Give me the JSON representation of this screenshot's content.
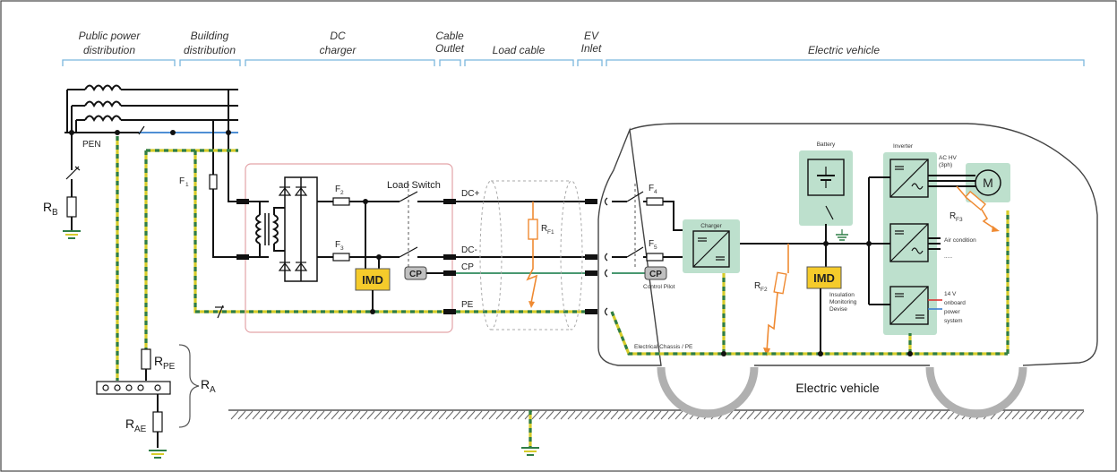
{
  "sections": {
    "public_power_1": "Public power",
    "public_power_2": "distribution",
    "building_1": "Building",
    "building_2": "distribution",
    "dc_1": "DC",
    "dc_2": "charger",
    "cable_1": "Cable",
    "cable_2": "Outlet",
    "load_cable": "Load cable",
    "ev_1": "EV",
    "ev_2": "Inlet",
    "electric_vehicle": "Electric vehicle"
  },
  "grid": {
    "pen": "PEN",
    "rb": "R",
    "rb_sub": "B",
    "f1": "F",
    "f1_sub": "1"
  },
  "earthing": {
    "rpe": "R",
    "rpe_sub": "PE",
    "ra": "R",
    "ra_sub": "A",
    "rae": "R",
    "rae_sub": "AE"
  },
  "charger": {
    "load_switch": "Load Switch",
    "f2": "F",
    "f2_sub": "2",
    "f3": "F",
    "f3_sub": "3",
    "imd": "IMD",
    "cp": "CP"
  },
  "cable": {
    "dc_plus": "DC+",
    "dc_minus": "DC-",
    "cp": "CP",
    "pe": "PE",
    "rf1": "R",
    "rf1_sub": "F1"
  },
  "vehicle": {
    "f4": "F",
    "f4_sub": "4",
    "f5": "F",
    "f5_sub": "5",
    "cp": "CP",
    "control_pilot": "Control Pilot",
    "charger": "Charger",
    "battery": "Battery",
    "inverter": "Inverter",
    "ac_hv_1": "AC HV",
    "ac_hv_2": "(3ph)",
    "motor": "M",
    "rf3": "R",
    "rf3_sub": "F3",
    "air_condition": "Air condition",
    "dots": ".....",
    "onboard_1": "14 V",
    "onboard_2": "onboard",
    "onboard_3": "power",
    "onboard_4": "system",
    "rf2": "R",
    "rf2_sub": "F2",
    "imd": "IMD",
    "imd_desc_1": "Insulation",
    "imd_desc_2": "Monitoring",
    "imd_desc_3": "Devise",
    "chassis": "Electrical Chassis / PE",
    "title": "Electric vehicle"
  }
}
